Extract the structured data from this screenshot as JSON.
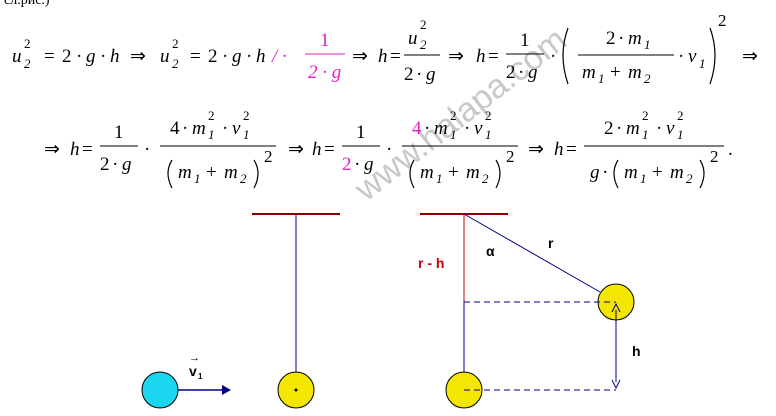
{
  "header_fragment": "сл.рис.)",
  "watermark": "www.halapa.com",
  "line1": {
    "u": "u",
    "two": "2",
    "eq": "=",
    "g": "g",
    "h": "h",
    "arrow": "⇒",
    "dot": "·",
    "divide_marker": "/ ·",
    "fraction_num": "1",
    "fraction_den": "2 · g",
    "m": "m",
    "one": "1",
    "v": "v",
    "plus": "+"
  },
  "line2": {
    "four": "4",
    "final_label": "."
  },
  "figure": {
    "labels": {
      "r_minus_h": "r - h",
      "alpha": "α",
      "r": "r",
      "h": "h",
      "v1": "v",
      "v1_sub": "1",
      "vec_arrow": "→"
    },
    "colors": {
      "ceiling": "#8b0000",
      "string": "#00008b",
      "ball_yellow": "#f5e600",
      "ball_cyan": "#1ad6f0",
      "red_label": "#cc0000",
      "dashed": "#00008b",
      "vertical_red": "#cc0000"
    }
  }
}
